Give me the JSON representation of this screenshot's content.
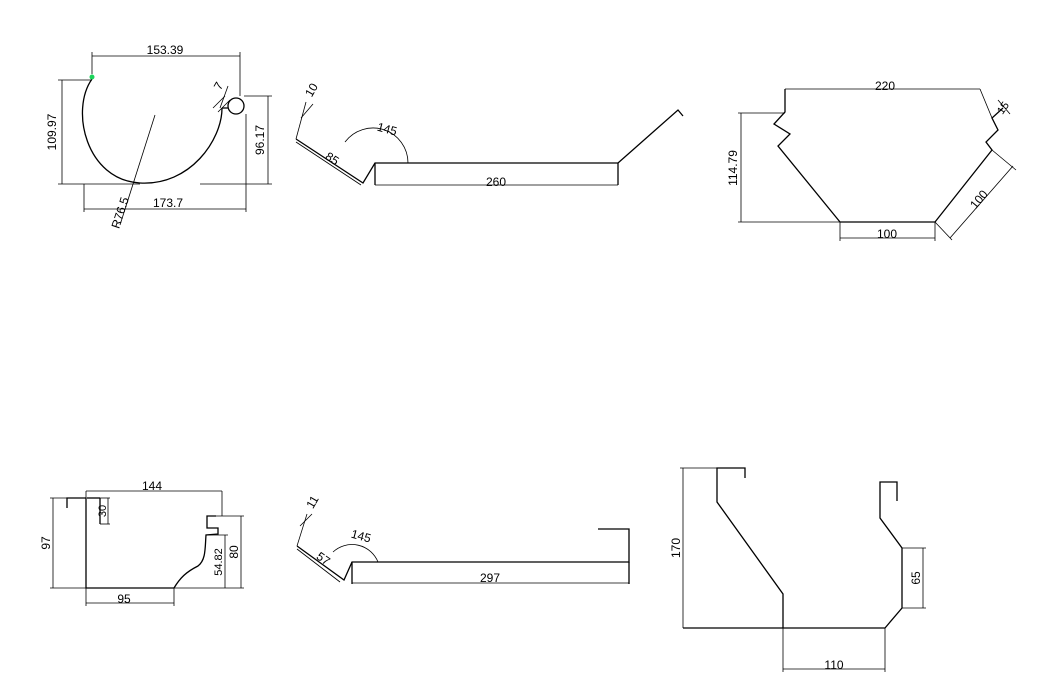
{
  "profiles": [
    {
      "id": "profile-1",
      "dims": {
        "top_width": "153.39",
        "left_height": "109.97",
        "radius": "R76.5",
        "bottom_width": "173.7",
        "bead": "7",
        "right_height": "96.17"
      }
    },
    {
      "id": "profile-2",
      "dims": {
        "lip": "10",
        "angle": "145",
        "slope": "85",
        "base": "260"
      }
    },
    {
      "id": "profile-3",
      "dims": {
        "top_width": "220",
        "lip": "15",
        "height": "114.79",
        "slope": "100",
        "base": "100"
      }
    },
    {
      "id": "profile-4",
      "dims": {
        "top_width": "144",
        "notch": "30",
        "left_height": "97",
        "inner_height": "54.82",
        "right_height": "80",
        "base": "95"
      }
    },
    {
      "id": "profile-5",
      "dims": {
        "lip": "11",
        "angle": "145",
        "slope": "57",
        "base": "297"
      }
    },
    {
      "id": "profile-6",
      "dims": {
        "height": "170",
        "right_height": "65",
        "base": "110"
      }
    }
  ]
}
